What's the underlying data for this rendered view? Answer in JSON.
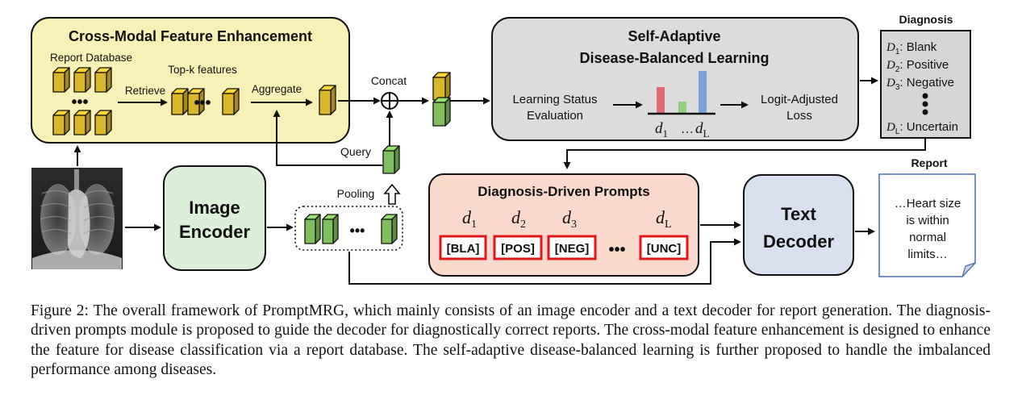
{
  "colors": {
    "cmfe_fill": "#f7f1b8",
    "sadbl_fill": "#dcdcdc",
    "encoder_fill": "#dcefd8",
    "prompt_fill": "#f9d9cc",
    "decoder_fill": "#d9e0f0",
    "gold_cube": "#d9b62a",
    "green_cube": "#7fbf5f",
    "bar_red": "#e06b73",
    "bar_green": "#8fd17a",
    "bar_blue": "#7aa3dc",
    "token_border": "#e0161b"
  },
  "cmfe": {
    "title": "Cross-Modal Feature Enhancement",
    "report_database": "Report Database",
    "retrieve": "Retrieve",
    "topk": "Top-k features",
    "aggregate": "Aggregate"
  },
  "concat_label": "Concat",
  "query_label": "Query",
  "pooling_label": "Pooling",
  "image_encoder": {
    "line1": "Image",
    "line2": "Encoder"
  },
  "sadbl": {
    "title_line1": "Self-Adaptive",
    "title_line2": "Disease-Balanced Learning",
    "eval_line1": "Learning Status",
    "eval_line2": "Evaluation",
    "loss_line1": "Logit-Adjusted",
    "loss_line2": "Loss",
    "axis_first": "d",
    "axis_first_sub": "1",
    "axis_dots": "…",
    "axis_last": "d",
    "axis_last_sub": "L"
  },
  "diagnosis": {
    "title": "Diagnosis",
    "items": [
      {
        "var": "D",
        "sub": "1",
        "label": ": Blank"
      },
      {
        "var": "D",
        "sub": "2",
        "label": ": Positive"
      },
      {
        "var": "D",
        "sub": "3",
        "label": ": Negative"
      },
      {
        "var": "D",
        "sub": "L",
        "label": ": Uncertain"
      }
    ]
  },
  "prompts": {
    "title": "Diagnosis-Driven Prompts",
    "items": [
      {
        "var": "d",
        "sub": "1",
        "token": "[BLA]"
      },
      {
        "var": "d",
        "sub": "2",
        "token": "[POS]"
      },
      {
        "var": "d",
        "sub": "3",
        "token": "[NEG]"
      },
      {
        "var": "d",
        "sub": "L",
        "token": "[UNC]"
      }
    ]
  },
  "text_decoder": {
    "line1": "Text",
    "line2": "Decoder"
  },
  "report": {
    "title": "Report",
    "lines": [
      "…Heart size",
      "is within",
      "normal",
      "limits…"
    ]
  },
  "caption": "Figure 2: The overall framework of PromptMRG, which mainly consists of an image encoder and a text decoder for report generation. The diagnosis-driven prompts module is proposed to guide the decoder for diagnostically correct reports. The cross-modal feature enhancement is designed to enhance the feature for disease classification via a report database. The self-adaptive disease-balanced learning is further proposed to handle the imbalanced performance among diseases."
}
